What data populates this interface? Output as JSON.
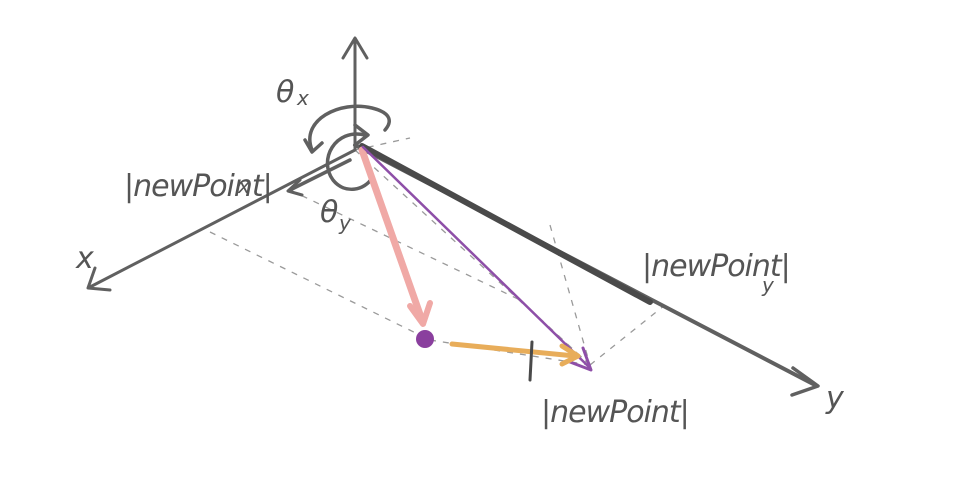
{
  "labels": {
    "theta_x": {
      "symbol": "θ",
      "sub": "x"
    },
    "theta_y": {
      "symbol": "θ",
      "sub": "y"
    },
    "newpoint_x": {
      "text": "|newPoint|",
      "sub": "x"
    },
    "newpoint_y": {
      "text": "|newPoint|",
      "sub": "y"
    },
    "newpoint_mag": {
      "text": "|newPoint|"
    },
    "axis_x": "x",
    "axis_y": "y"
  },
  "colors": {
    "ink": "#606060",
    "ink_dark": "#4a4a4a",
    "dashed": "#9a9a9a",
    "pink_arrow": "#f0a9a6",
    "purple_vector": "#8e4fa8",
    "purple_point": "#8a3f9e",
    "orange_arrow": "#e8ad5a"
  }
}
